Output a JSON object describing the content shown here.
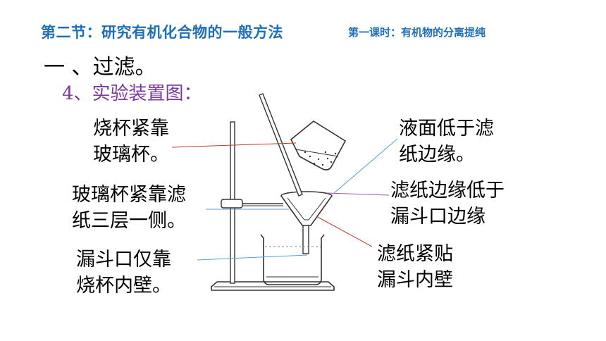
{
  "header": {
    "title": "第二节：研究有机化合物的一般方法",
    "subtitle": "第一课时：有机物的分离提纯"
  },
  "section": {
    "heading": "一 、过滤。",
    "subheading": "4、实验装置图："
  },
  "labels": {
    "beaker_to_rod": [
      "烧杯紧靠",
      "玻璃杯。"
    ],
    "rod_to_paper": [
      "玻璃杯紧靠滤",
      "纸三层一侧。"
    ],
    "funnel_tip": [
      "漏斗口仅靠",
      "烧杯内壁。"
    ],
    "liquid_level": [
      "液面低于滤",
      "纸边缘。"
    ],
    "paper_edge": [
      "滤纸边缘低于",
      "漏斗口边缘"
    ],
    "paper_wall": [
      "滤纸紧贴",
      "漏斗内壁"
    ]
  },
  "colors": {
    "title": "#1f6fb8",
    "subheading": "#7a3aa0",
    "leader_red": "#c0392b",
    "leader_blue": "#5aa0d8",
    "leader_purple": "#9b59b6"
  }
}
